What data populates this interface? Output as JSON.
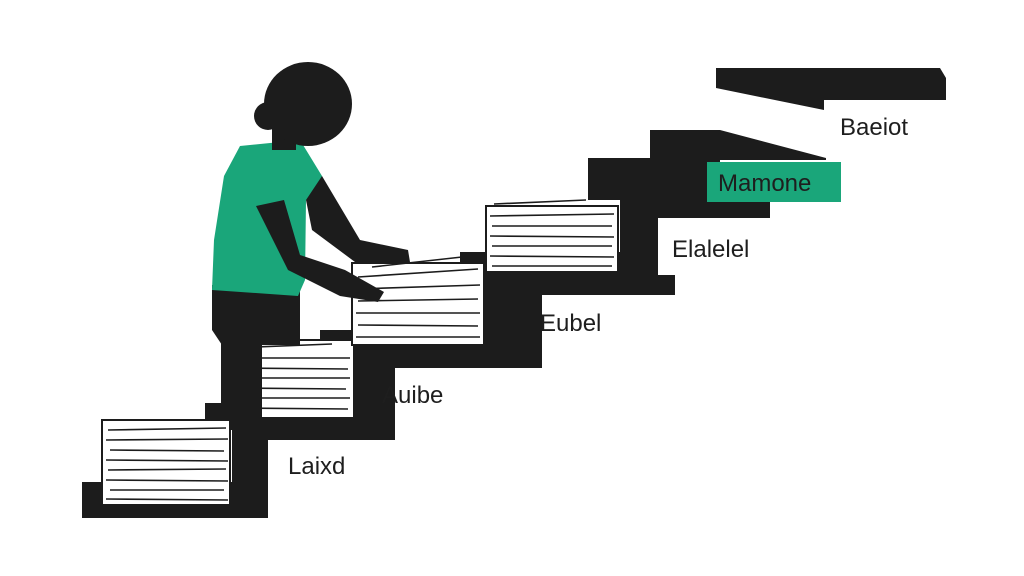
{
  "colors": {
    "background": "#ffffff",
    "ink": "#1c1c1c",
    "accent": "#1aa67a",
    "paper": "#ffffff"
  },
  "steps": [
    {
      "label": "Laixd",
      "highlighted": false
    },
    {
      "label": "Auibe",
      "highlighted": false
    },
    {
      "label": "Eubel",
      "highlighted": false
    },
    {
      "label": "Elalelel",
      "highlighted": false
    },
    {
      "label": "Mamone",
      "highlighted": true
    },
    {
      "label": "Baeiot",
      "highlighted": false
    }
  ],
  "icons": {
    "figure": "person-sorting-papers-icon",
    "stacks": "paper-stack-icon"
  }
}
